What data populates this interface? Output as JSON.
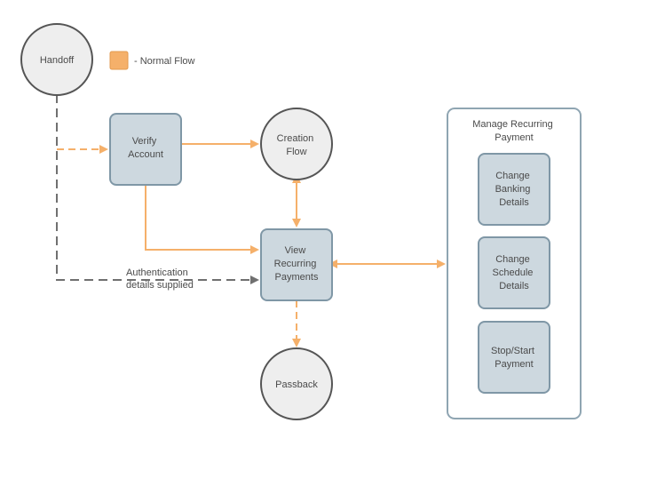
{
  "legend": {
    "label": "- Normal Flow",
    "color": "#f5b06a"
  },
  "colors": {
    "flow": "#f5b06a",
    "auth": "#707070",
    "circle_fill": "#eeeeee",
    "circle_stroke": "#555555",
    "box_fill": "#cdd8df",
    "box_stroke": "#7f97a6",
    "container_stroke": "#8fa5b2"
  },
  "nodes": {
    "handoff": [
      "Handoff"
    ],
    "verify_account": [
      "Verify",
      "Account"
    ],
    "creation_flow": [
      "Creation",
      "Flow"
    ],
    "view_recurring": [
      "View",
      "Recurring",
      "Payments"
    ],
    "passback": [
      "Passback"
    ]
  },
  "manage_group": {
    "title": [
      "Manage Recurring",
      "Payment"
    ],
    "items": {
      "change_banking": [
        "Change",
        "Banking",
        "Details"
      ],
      "change_schedule": [
        "Change",
        "Schedule",
        "Details"
      ],
      "stop_start": [
        "Stop/Start",
        "Payment"
      ]
    }
  },
  "auth_label": [
    "Authentication",
    "details supplied"
  ]
}
